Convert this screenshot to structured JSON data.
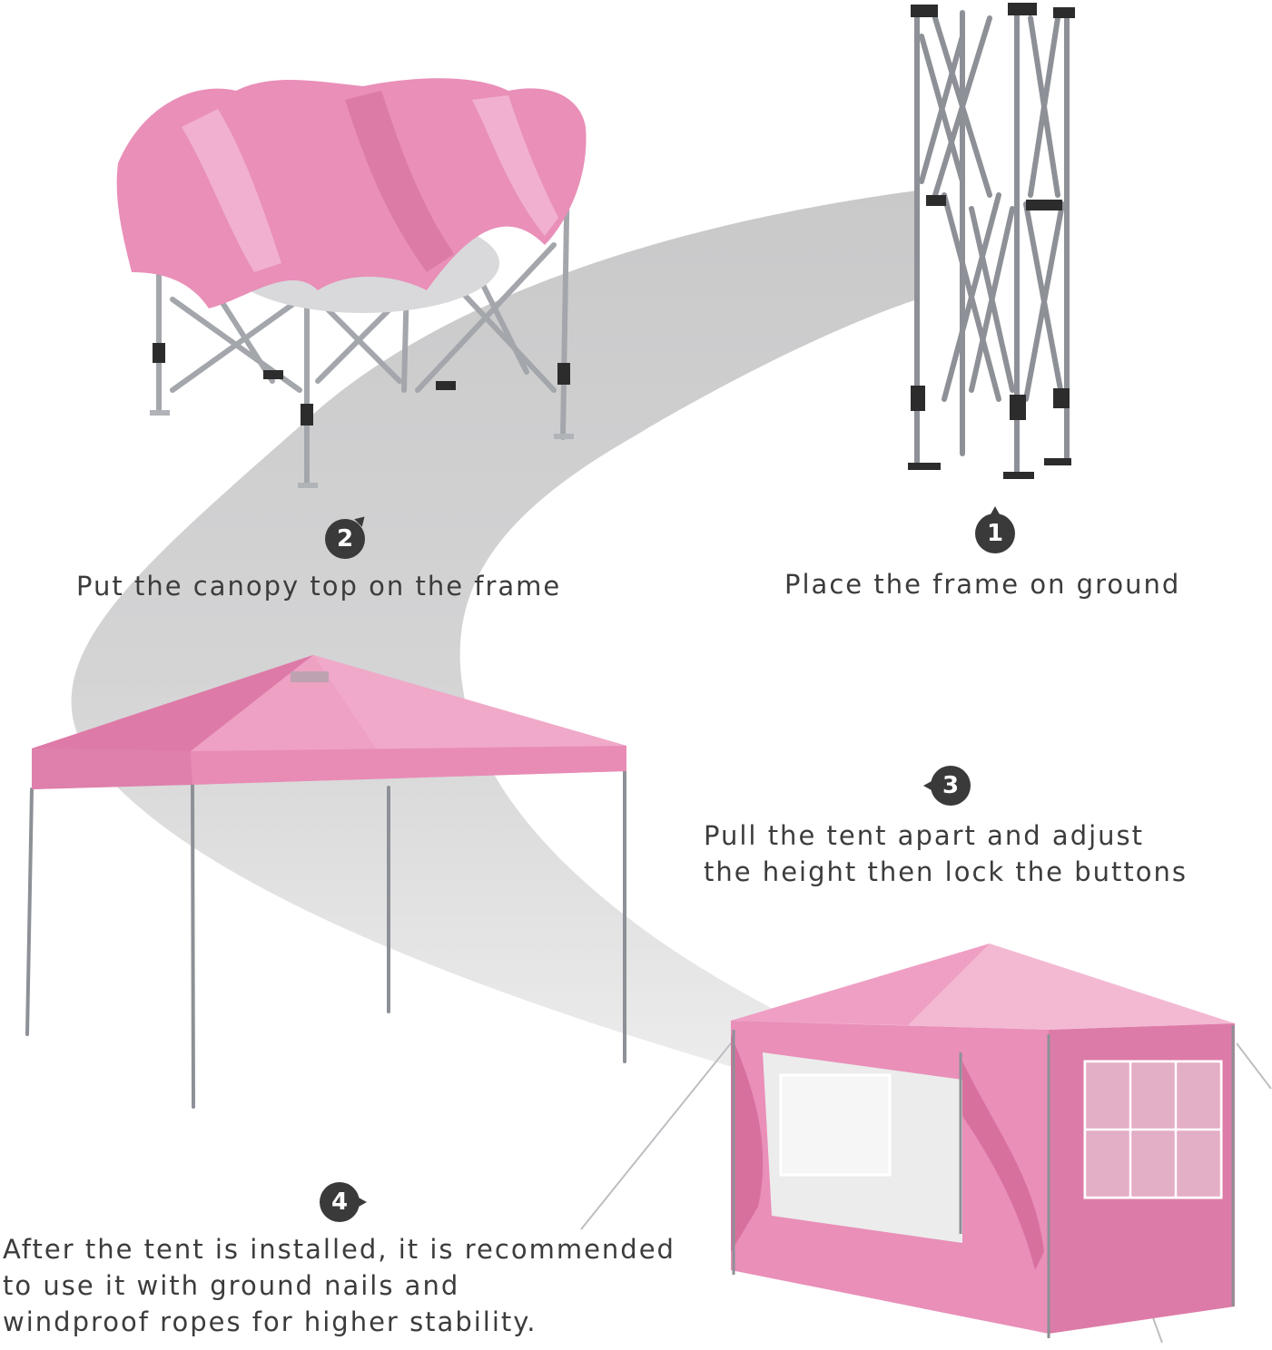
{
  "steps": [
    {
      "number": "1",
      "text": "Place the frame on ground"
    },
    {
      "number": "2",
      "text": "Put the canopy top on the frame"
    },
    {
      "number": "3",
      "lines": [
        "Pull the tent apart and adjust",
        "the height then lock the buttons"
      ]
    },
    {
      "number": "4",
      "lines": [
        "After the tent is installed, it is recommended",
        "to use it with ground nails and",
        "windproof ropes for higher stability."
      ]
    }
  ],
  "colors": {
    "canopy_pink": "#e98fb8",
    "canopy_light": "#f3b9d3",
    "frame_gray": "#8d9096",
    "path_gray": "#cfcfd0",
    "badge": "#3a3a3a",
    "text": "#3c3c3c"
  },
  "illustrations": [
    "folded-frame-illustration",
    "canopy-on-frame-illustration",
    "opened-tent-illustration",
    "tent-with-sidewalls-illustration"
  ]
}
